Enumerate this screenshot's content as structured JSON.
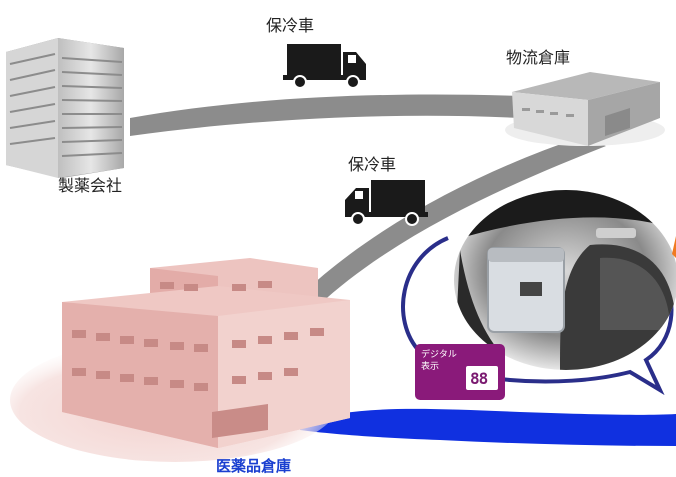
{
  "locations": {
    "pharma_company": "製薬会社",
    "logistics_warehouse": "物流倉庫",
    "pharma_warehouse": "医薬品倉庫"
  },
  "trucks": {
    "truck_top_label": "保冷車",
    "truck_mid_label": "保冷車"
  },
  "digital_badge": {
    "title_line1": "デジタル",
    "title_line2": "表示",
    "display_value": "88"
  },
  "colors": {
    "route_gray": "#8c8c8c",
    "route_blue": "#1030e0",
    "bubble_outline": "#2a2e8a",
    "badge_purple": "#8a1a7a",
    "pharma_warehouse_pink": "#e9b8b4",
    "label_blue": "#1a3fd0"
  }
}
